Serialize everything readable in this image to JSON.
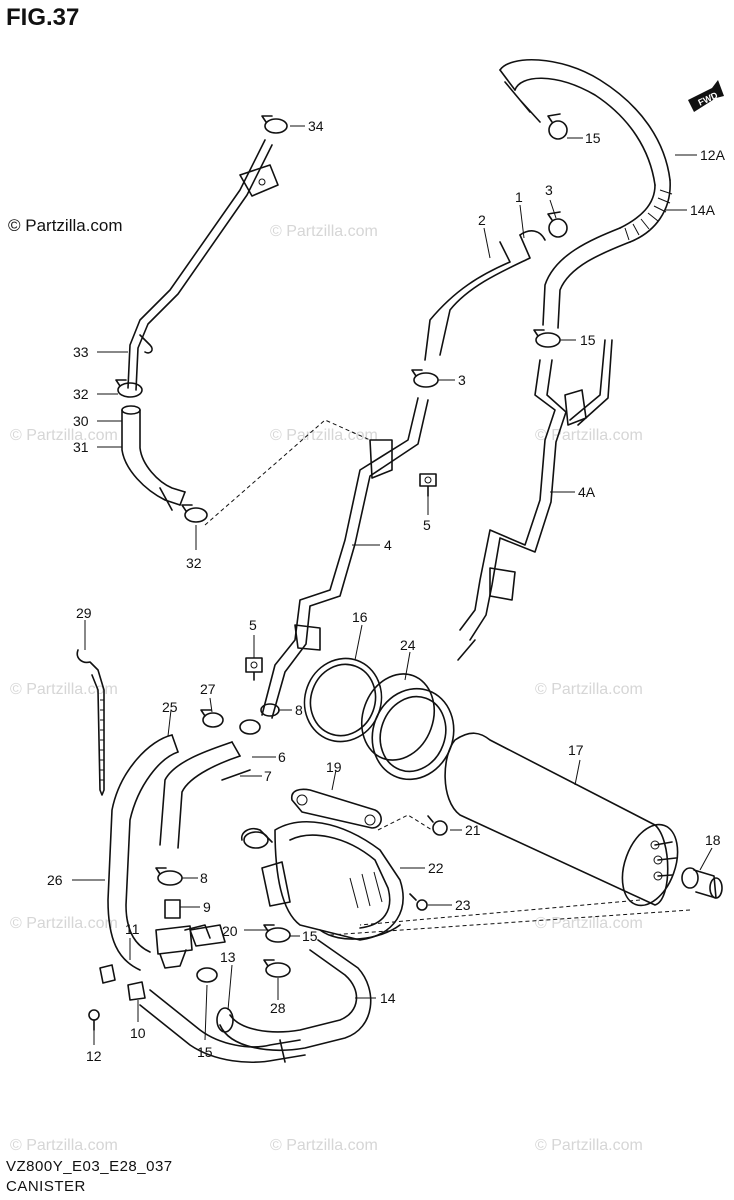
{
  "header": {
    "title": "FIG.37"
  },
  "copyright": "© Partzilla.com",
  "watermark": "© Partzilla.com",
  "direction_badge": "FWD",
  "footer": {
    "model_code": "VZ800Y_E03_E28_037",
    "section_name": "CANISTER"
  },
  "callouts": [
    "34",
    "15",
    "12A",
    "14A",
    "1",
    "2",
    "3",
    "15",
    "3",
    "33",
    "32",
    "30",
    "31",
    "32",
    "4A",
    "5",
    "4",
    "5",
    "16",
    "24",
    "29",
    "27",
    "25",
    "8",
    "6",
    "7",
    "17",
    "19",
    "21",
    "18",
    "26",
    "8",
    "22",
    "9",
    "23",
    "20",
    "15",
    "11",
    "13",
    "14",
    "28",
    "10",
    "12",
    "15"
  ]
}
